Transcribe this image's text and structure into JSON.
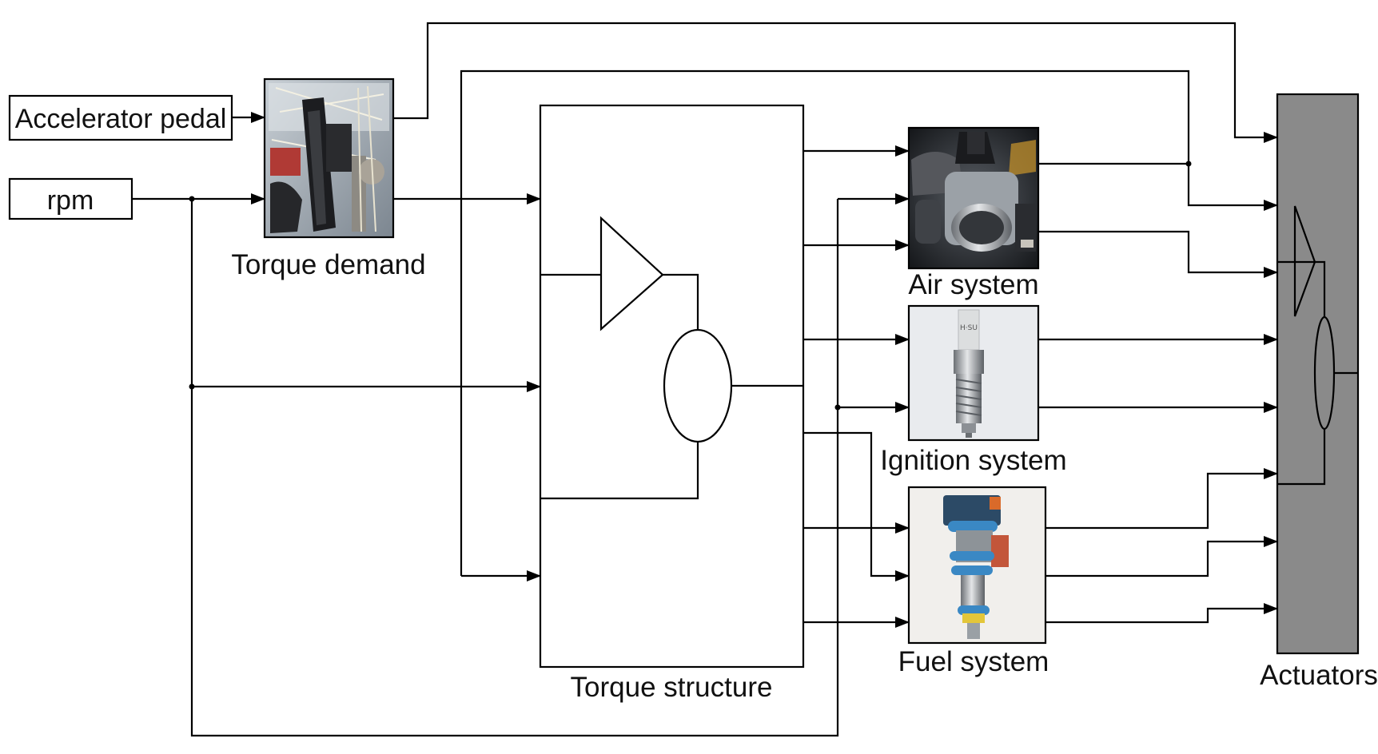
{
  "inputs": {
    "accelerator_pedal": "Accelerator pedal",
    "rpm": "rpm"
  },
  "blocks": {
    "torque_demand": "Torque demand",
    "torque_structure": "Torque structure",
    "air_system": "Air system",
    "ignition_system": "Ignition system",
    "fuel_system": "Fuel system",
    "actuators": "Actuators"
  },
  "colors": {
    "actuator_fill": "#8a8a8a",
    "line": "#000000"
  }
}
